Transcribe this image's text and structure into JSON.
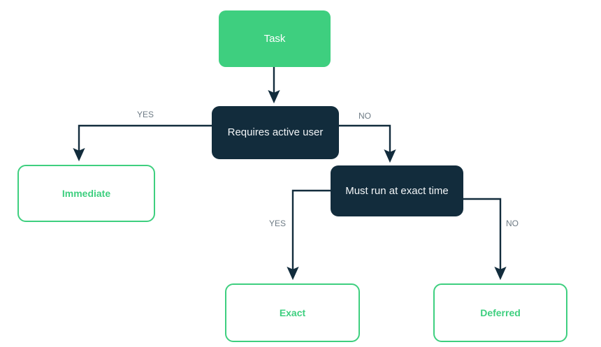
{
  "diagram": {
    "type": "flowchart",
    "background_color": "#ffffff",
    "colors": {
      "start_fill": "#3ecf7f",
      "start_text": "#ffffff",
      "decision_fill": "#122c3c",
      "decision_text": "#f2f5f7",
      "outcome_border": "#3ecf7f",
      "outcome_fill": "#ffffff",
      "outcome_text": "#3ecf7f",
      "edge_stroke": "#122c3c",
      "edge_label_text": "#6e7b85"
    },
    "nodes": {
      "task": {
        "label": "Task",
        "kind": "start"
      },
      "requires_active_user": {
        "label": "Requires active user",
        "kind": "decision"
      },
      "must_run_exact_time": {
        "label": "Must run at exact time",
        "kind": "decision"
      },
      "immediate": {
        "label": "Immediate",
        "kind": "outcome"
      },
      "exact": {
        "label": "Exact",
        "kind": "outcome"
      },
      "deferred": {
        "label": "Deferred",
        "kind": "outcome"
      }
    },
    "edge_labels": {
      "requires_yes": "YES",
      "requires_no": "NO",
      "exact_time_yes": "YES",
      "exact_time_no": "NO"
    },
    "edges": [
      {
        "from": "task",
        "to": "requires_active_user",
        "label": ""
      },
      {
        "from": "requires_active_user",
        "to": "immediate",
        "label": "YES"
      },
      {
        "from": "requires_active_user",
        "to": "must_run_exact_time",
        "label": "NO"
      },
      {
        "from": "must_run_exact_time",
        "to": "exact",
        "label": "YES"
      },
      {
        "from": "must_run_exact_time",
        "to": "deferred",
        "label": "NO"
      }
    ]
  }
}
